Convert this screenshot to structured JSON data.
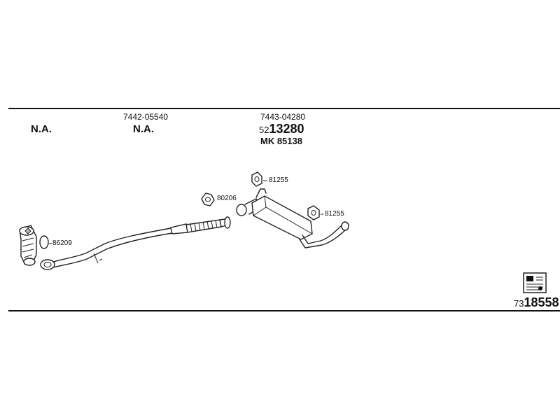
{
  "columns": [
    {
      "na": "N.A."
    },
    {
      "part_number": "7442-05540",
      "na": "N.A."
    },
    {
      "part_number": "7443-04280",
      "code_prefix": "52",
      "code_main": "13280",
      "mk_code": "MK  85138"
    }
  ],
  "callouts": {
    "gasket_front": "86209",
    "gasket_mid": "80206",
    "hanger_upper": "81255",
    "hanger_lower": "81255"
  },
  "reference": {
    "prefix": "73",
    "number": "18558"
  },
  "icons": {
    "reference_symbol": "document-symbol-icon"
  },
  "colors": {
    "line": "#111111",
    "background": "#ffffff"
  }
}
